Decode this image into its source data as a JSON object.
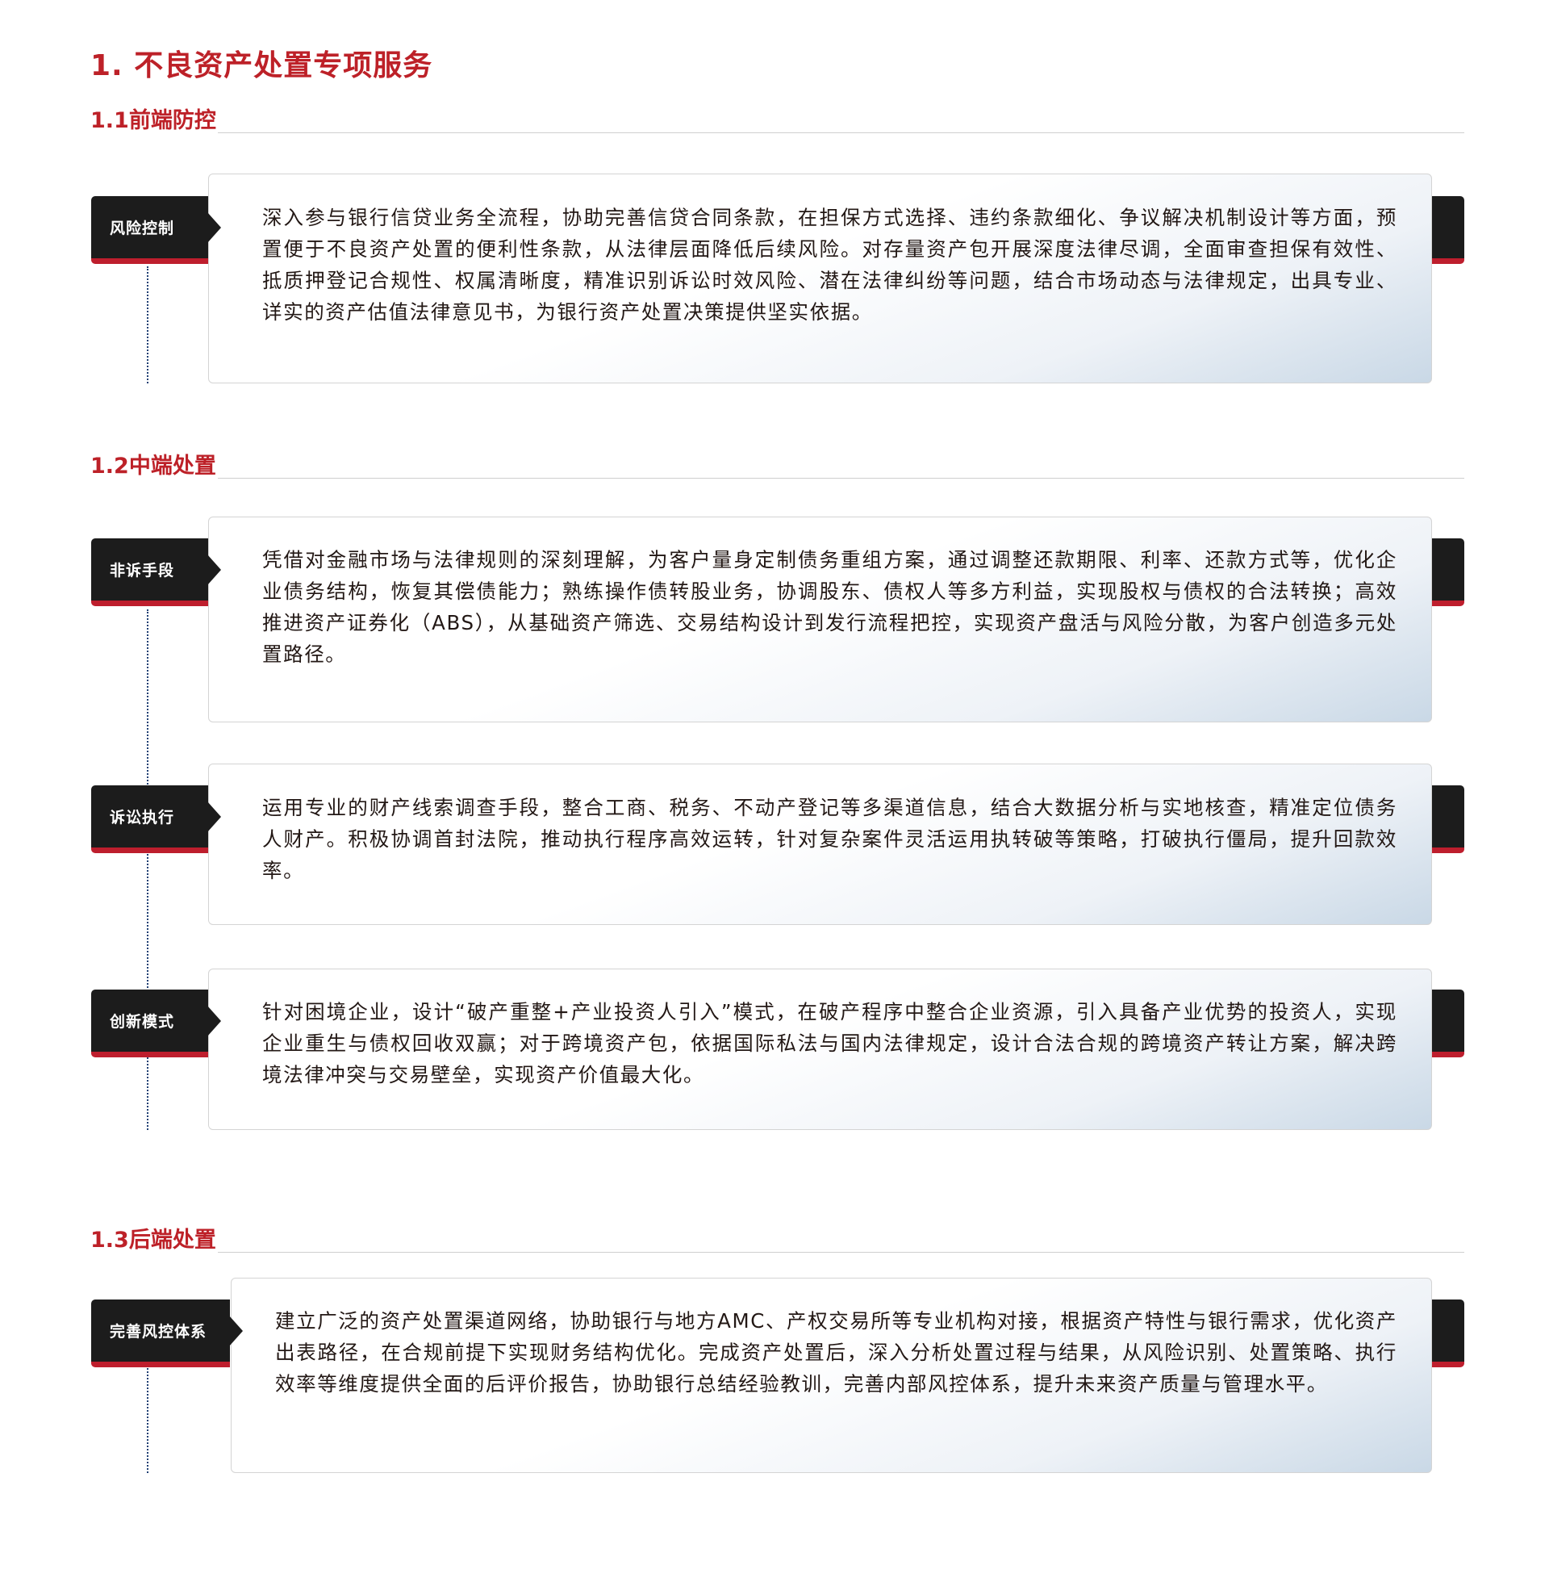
{
  "title": "1. 不良资产处置专项服务",
  "sections": [
    {
      "heading": "1.1前端防控",
      "items": [
        {
          "tab": "风险控制",
          "text": "深入参与银行信贷业务全流程，协助完善信贷合同条款，在担保方式选择、违约条款细化、争议解决机制设计等方面，预置便于不良资产处置的便利性条款，从法律层面降低后续风险。对存量资产包开展深度法律尽调，全面审查担保有效性、抵质押登记合规性、权属清晰度，精准识别诉讼时效风险、潜在法律纠纷等问题，结合市场动态与法律规定，出具专业、详实的资产估值法律意见书，为银行资产处置决策提供坚实依据。"
        }
      ]
    },
    {
      "heading": "1.2中端处置",
      "items": [
        {
          "tab": "非诉手段",
          "text": "凭借对金融市场与法律规则的深刻理解，为客户量身定制债务重组方案，通过调整还款期限、利率、还款方式等，优化企业债务结构，恢复其偿债能力；熟练操作债转股业务，协调股东、债权人等多方利益，实现股权与债权的合法转换；高效推进资产证券化（ABS），从基础资产筛选、交易结构设计到发行流程把控，实现资产盘活与风险分散，为客户创造多元处置路径。"
        },
        {
          "tab": "诉讼执行",
          "text": "运用专业的财产线索调查手段，整合工商、税务、不动产登记等多渠道信息，结合大数据分析与实地核查，精准定位债务人财产。积极协调首封法院，推动执行程序高效运转，针对复杂案件灵活运用执转破等策略，打破执行僵局，提升回款效率。"
        },
        {
          "tab": "创新模式",
          "text": "针对困境企业，设计“破产重整+产业投资人引入”模式，在破产程序中整合企业资源，引入具备产业优势的投资人，实现企业重生与债权回收双赢；对于跨境资产包，依据国际私法与国内法律规定，设计合法合规的跨境资产转让方案，解决跨境法律冲突与交易壁垒，实现资产价值最大化。"
        }
      ]
    },
    {
      "heading": "1.3后端处置",
      "items": [
        {
          "tab": "完善风控体系",
          "text": "建立广泛的资产处置渠道网络，协助银行与地方AMC、产权交易所等专业机构对接，根据资产特性与银行需求，优化资产出表路径，在合规前提下实现财务结构优化。完成资产处置后，深入分析处置过程与结果，从风险识别、处置策略、执行效率等维度提供全面的后评价报告，协助银行总结经验教训，完善内部风控体系，提升未来资产质量与管理水平。"
        }
      ]
    }
  ]
}
